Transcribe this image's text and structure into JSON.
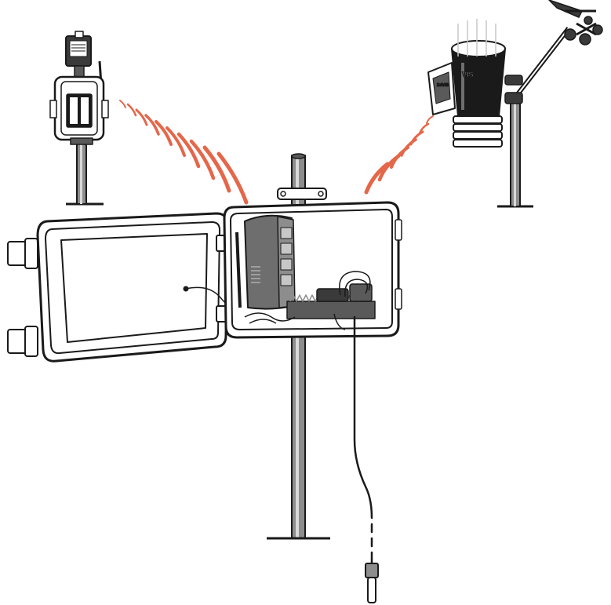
{
  "colors": {
    "outline": "#1a1a1a",
    "signal": "#e4674a",
    "dark_gray": "#5a5a5a",
    "mid_gray": "#8d8d8d",
    "light_gray": "#d9d9d9",
    "white": "#ffffff"
  },
  "labels": {
    "gauge_logo": "VIS",
    "transmitter_brand": "DAVIS"
  },
  "icons": {
    "wireless_waves": "signal-waves",
    "temperature_probe": "probe"
  }
}
